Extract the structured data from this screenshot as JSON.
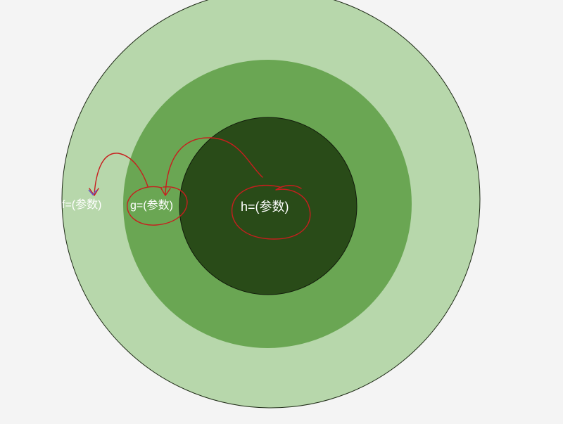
{
  "diagram": {
    "colors": {
      "background": "#f4f4f4",
      "outer_circle": "#b7d7ab",
      "middle_circle": "#6aa653",
      "inner_circle": "#294b18",
      "outline": "#1e2a16",
      "annotation": "#c81e1e",
      "cursor_mark": "#6a56c8"
    },
    "labels": {
      "f": "f=(参数)",
      "g": "g=(参数)",
      "h": "h=(参数)"
    }
  }
}
